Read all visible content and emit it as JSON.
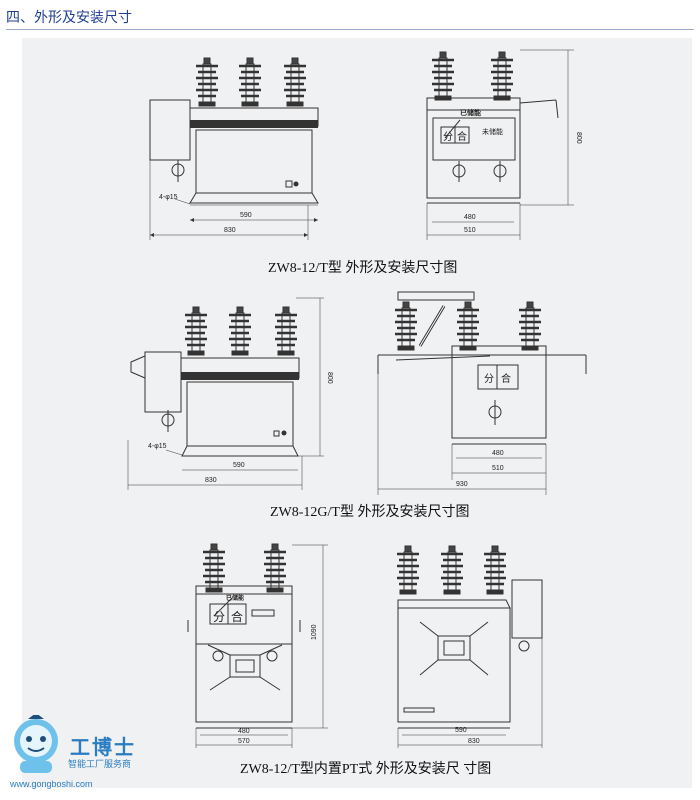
{
  "header": {
    "title": "四、外形及安装尺寸"
  },
  "captions": [
    "ZW8-12/T型 外形及安装尺寸图",
    "ZW8-12G/T型 外形及安装尺寸图",
    "ZW8-12/T型内置PT式 外形及安装尺 寸图"
  ],
  "drawings": {
    "a_front": {
      "hole": "4-φ15",
      "d1": "590",
      "d2": "830"
    },
    "a_side": {
      "label_top": "已储能",
      "label_bottom": "未储能",
      "open": "分",
      "close": "合",
      "d1": "480",
      "d2": "510",
      "height": "800"
    },
    "b_front": {
      "hole": "4-φ15",
      "d1": "590",
      "d2": "830",
      "height": "800"
    },
    "b_side": {
      "open": "分",
      "close": "合",
      "d1": "480",
      "d2": "510",
      "d3": "930"
    },
    "c_front": {
      "open": "分",
      "close": "合",
      "label_top": "已储能",
      "d1": "480",
      "d2": "570",
      "height": "1090"
    },
    "c_side": {
      "d1": "590",
      "d2": "830"
    }
  },
  "logo": {
    "brand": "工博士",
    "slogan": "智能工厂服务商",
    "url": "www.gongboshi.com"
  },
  "colors": {
    "title": "#1f3f8f",
    "panel": "#f0f1f2",
    "logo": "#2a7dc1"
  }
}
